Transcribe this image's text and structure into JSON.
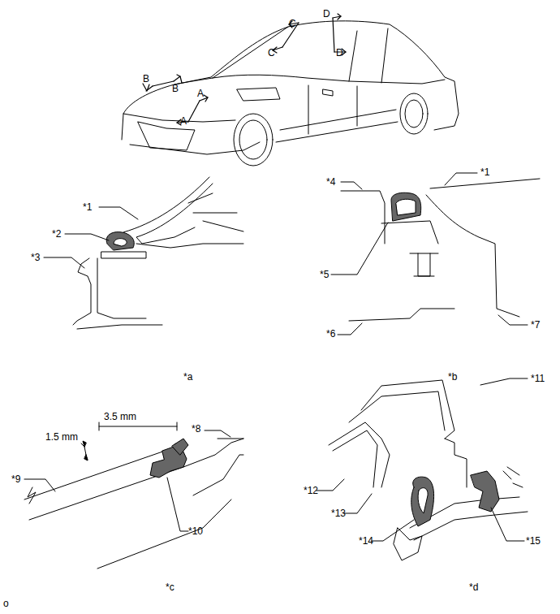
{
  "diagram": {
    "labels": [
      "A",
      "A",
      "B",
      "B",
      "C",
      "C",
      "D",
      "D",
      "*1",
      "*2",
      "*3",
      "*a",
      "*4",
      "*1",
      "*5",
      "*6",
      "*7",
      "*b",
      "*8",
      "3.5 mm",
      "1.5 mm",
      "*9",
      "*10",
      "*c",
      "*11",
      "*12",
      "*13",
      "*14",
      "*15",
      "*d",
      "o"
    ]
  }
}
